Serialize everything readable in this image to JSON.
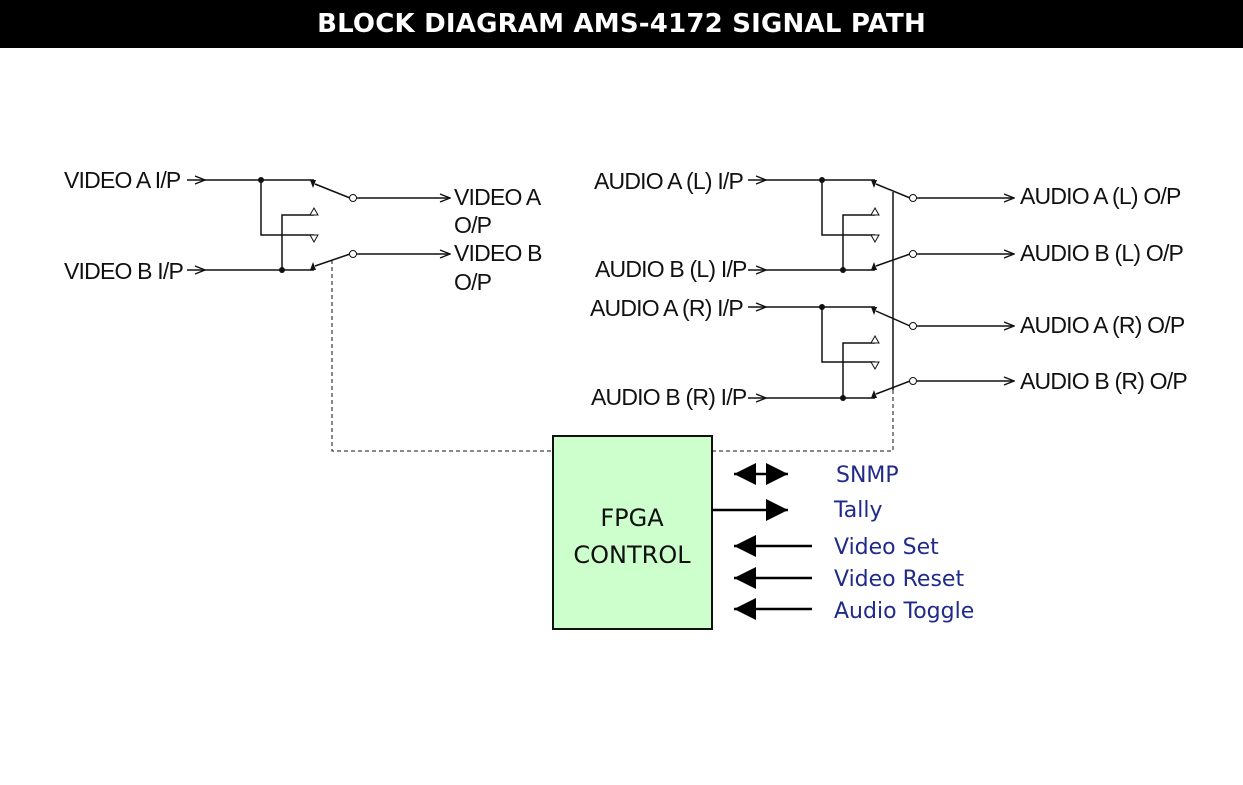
{
  "title": "BLOCK DIAGRAM AMS-4172 SIGNAL PATH",
  "video": {
    "inputs": [
      "VIDEO A I/P",
      "VIDEO B I/P"
    ],
    "outputs": [
      {
        "line1": "VIDEO A",
        "line2": "O/P"
      },
      {
        "line1": "VIDEO B",
        "line2": "O/P"
      }
    ]
  },
  "audio": {
    "inputs": [
      "AUDIO A (L) I/P",
      "AUDIO B (L) I/P",
      "AUDIO A (R) I/P",
      "AUDIO B (R) I/P"
    ],
    "outputs": [
      "AUDIO A (L) O/P",
      "AUDIO B (L) O/P",
      "AUDIO A (R) O/P",
      "AUDIO B (R) O/P"
    ]
  },
  "fpga": {
    "line1": "FPGA",
    "line2": "CONTROL",
    "fill_color": "#ccffcc"
  },
  "control_signals": [
    "SNMP",
    "Tally",
    "Video Set",
    "Video Reset",
    "Audio Toggle"
  ],
  "colors": {
    "title_bg": "#000000",
    "control_text": "#1f2a8a"
  }
}
